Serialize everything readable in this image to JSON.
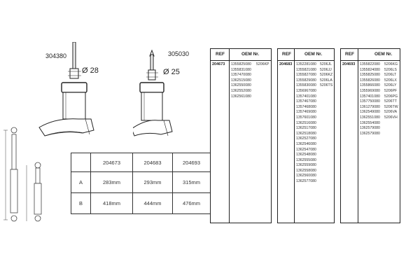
{
  "drawing": {
    "left_part": "304380",
    "left_diameter": "Ø 28",
    "right_part": "305030",
    "right_diameter": "Ø 25"
  },
  "dimensions": {
    "header": [
      "204673",
      "204683",
      "204693"
    ],
    "rows": [
      {
        "label": "A",
        "values": [
          "283mm",
          "293mm",
          "315mm"
        ]
      },
      {
        "label": "B",
        "values": [
          "418mm",
          "444mm",
          "476mm"
        ]
      }
    ]
  },
  "oem_tables": [
    {
      "col_ref": "REF",
      "col_oem": "OEM Nr.",
      "ref": "204673",
      "numbers": [
        "1355825080",
        "1355831080",
        "1357470080",
        "1362515080",
        "1362550080",
        "1362552080",
        "1362561080"
      ],
      "codes": [
        "5206KP"
      ]
    },
    {
      "col_ref": "REF",
      "col_oem": "OEM Nr.",
      "ref": "204683",
      "numbers": [
        "1352281080",
        "1355821080",
        "1355827080",
        "1355829080",
        "1355830080",
        "1356967080",
        "1357401080",
        "1357467080",
        "1357468080",
        "1357469080",
        "1357601080",
        "1362516080",
        "1362517080",
        "1362518080",
        "1362527080",
        "1362546080",
        "1362547080",
        "1362548080",
        "1362555080",
        "1362559080",
        "1362558080",
        "1362560080",
        "1362577080"
      ],
      "codes": [
        "5206JL",
        "5206JJ",
        "5206KZ",
        "5206LA",
        "5206TS"
      ]
    },
    {
      "col_ref": "REF",
      "col_oem": "OEM Nr.",
      "ref": "204693",
      "numbers": [
        "1355822080",
        "1355824080",
        "1355825080",
        "1355826080",
        "1355866080",
        "1355969080",
        "1357401080",
        "1357750080",
        "1361279080",
        "1362549080",
        "1362551080",
        "1362554080",
        "1362579080",
        "1362579080"
      ],
      "codes": [
        "5206KG",
        "5206LS",
        "5206LT",
        "5206LX",
        "5206LY",
        "5206PF",
        "5206PG",
        "5206TT",
        "5206TW",
        "5206VA",
        "5206VH"
      ]
    }
  ]
}
